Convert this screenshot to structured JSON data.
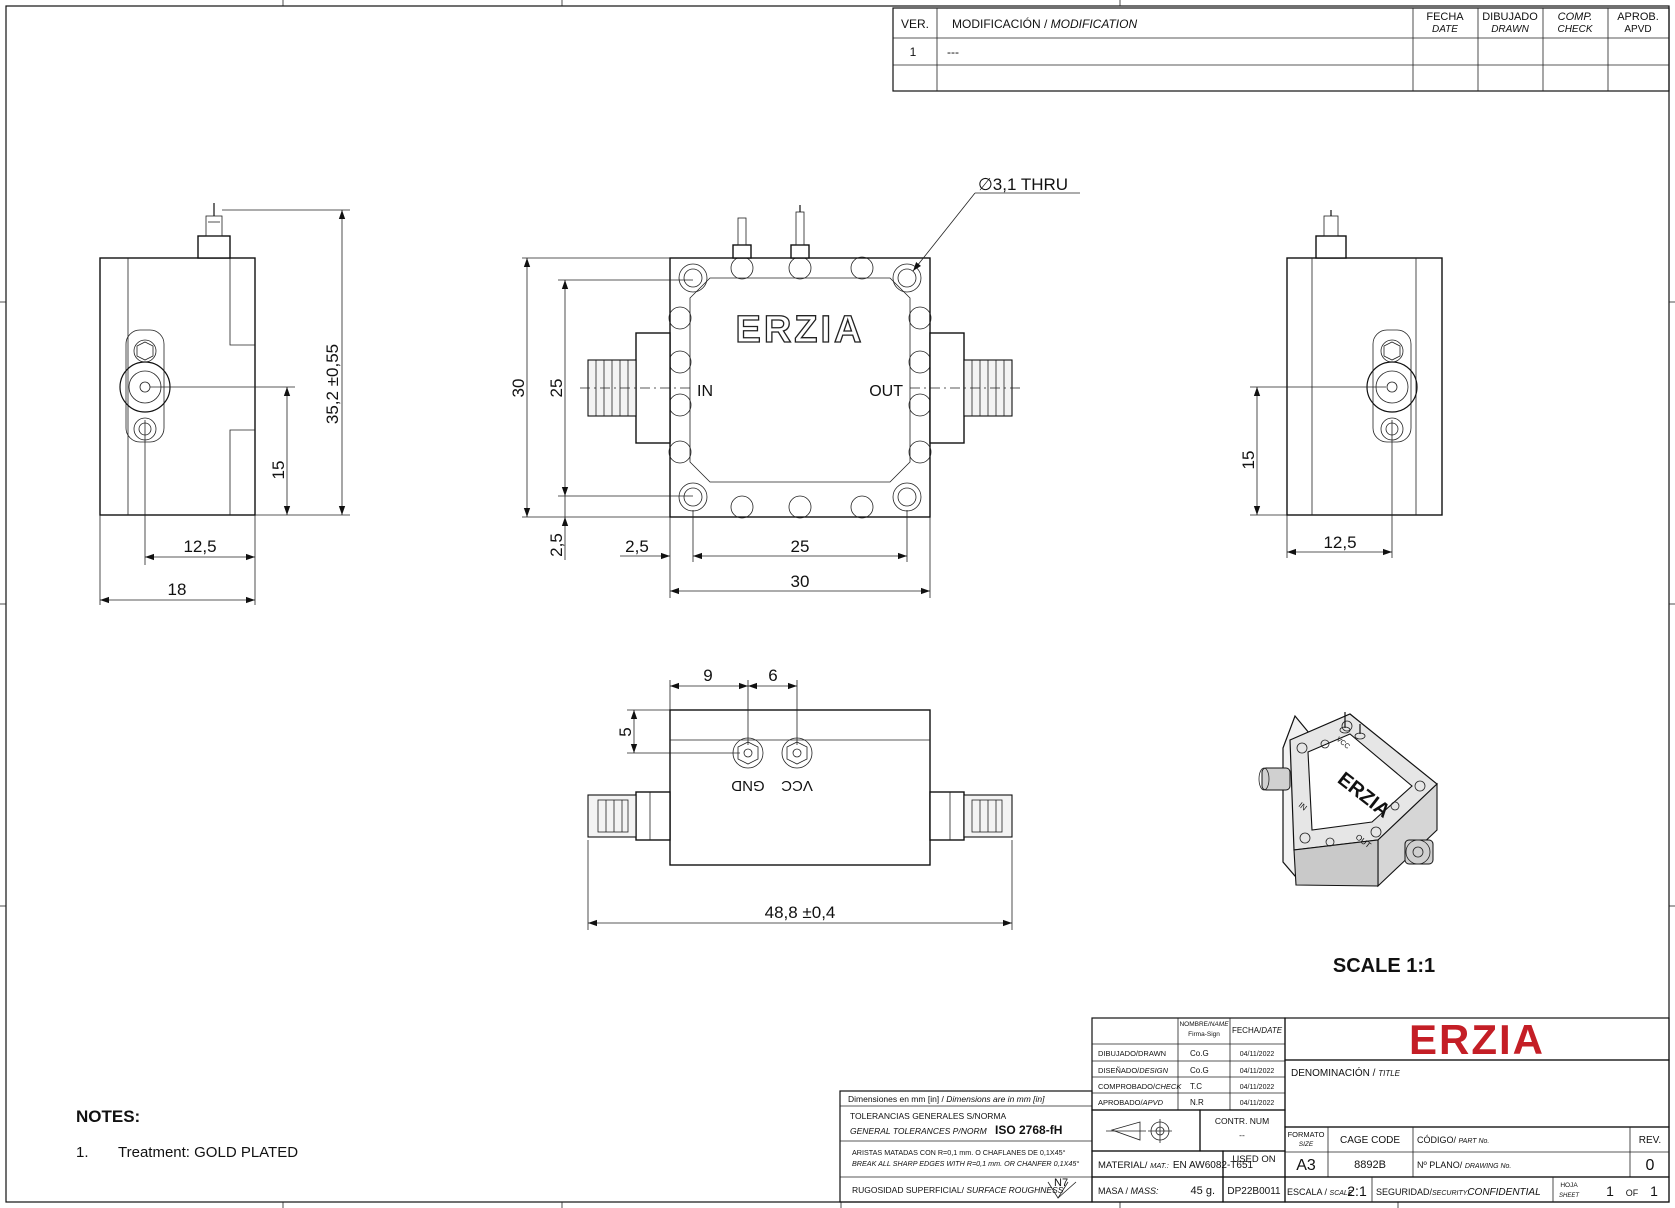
{
  "revision_table": {
    "headers": {
      "ver": "VER.",
      "mod_es": "MODIFICACIÓN / ",
      "mod_en": "MODIFICATION",
      "date_es": "FECHA",
      "date_en": "DATE",
      "drawn_es": "DIBUJADO",
      "drawn_en": "DRAWN",
      "check_es": "COMP.",
      "check_en": "CHECK",
      "apvd_es": "APROB.",
      "apvd_en": "APVD"
    },
    "rows": [
      {
        "ver": "1",
        "mod": "---"
      }
    ]
  },
  "dimensions": {
    "left_height": "35,2 ±0,55",
    "left_15": "15",
    "left_125": "12,5",
    "left_18": "18",
    "front_30h": "30",
    "front_25h": "25",
    "front_25bottom": "2,5",
    "front_25left": "2,5",
    "front_25w": "25",
    "front_30w": "30",
    "hole_callout": "∅3,1 THRU",
    "right_15": "15",
    "right_125": "12,5",
    "bottom_9": "9",
    "bottom_6": "6",
    "bottom_5": "5",
    "bottom_length": "48,8 ±0,4"
  },
  "labels": {
    "brand_on_part": "ERZIA",
    "port_in": "IN",
    "port_out": "OUT",
    "gnd": "GND",
    "vcc": "VCC",
    "iso_in": "IN",
    "iso_out": "OUT",
    "scale_note": "SCALE 1:1"
  },
  "notes": {
    "heading": "NOTES:",
    "items": [
      {
        "num": "1.",
        "text": "Treatment: GOLD PLATED"
      }
    ]
  },
  "title_block": {
    "logo": "ERZIA",
    "sign_header": {
      "name_es": "NOMBRE/",
      "name_en": "NAME",
      "firma": "Firma-Sign",
      "fecha_es": "FECHA/",
      "fecha_en": "DATE"
    },
    "sign_rows": [
      {
        "role_es": "DIBUJADO/",
        "role_en": "DRAWN",
        "name": "Co.G",
        "date": "04/11/2022"
      },
      {
        "role_es": "DISEÑADO/",
        "role_en": "DESIGN",
        "name": "Co.G",
        "date": "04/11/2022"
      },
      {
        "role_es": "COMPROBADO/",
        "role_en": "CHECK",
        "name": "T.C",
        "date": "04/11/2022"
      },
      {
        "role_es": "APROBADO/",
        "role_en": "APVD",
        "name": "N.R",
        "date": "04/11/2022"
      }
    ],
    "dims_note_es": "Dimensiones en mm [in] / ",
    "dims_note_en": "Dimensions are in mm [in]",
    "tol_es": "TOLERANCIAS GENERALES S/NORMA",
    "tol_en": "GENERAL TOLERANCES P/NORM",
    "tol_std": "ISO 2768-fH",
    "edges_es": "ARISTAS MATADAS CON R=0,1 mm. O CHAFLANES DE 0,1X45°",
    "edges_en": "BREAK ALL SHARP EDGES WITH R=0,1 mm. OR CHANFER 0,1X45°",
    "rough_es": "RUGOSIDAD SUPERFICIAL/ ",
    "rough_en": "SURFACE ROUGHNESS",
    "rough_value": "N7",
    "contr_label": "CONTR. NUM",
    "contr_value": "--",
    "material_label_es": "MATERIAL/ ",
    "material_label_en": "MAT.:",
    "material_value": "EN AW6082-T651",
    "used_on_label": "USED ON",
    "used_on_value": "",
    "mass_label_es": "MASA / ",
    "mass_label_en": "MASS:",
    "mass_value": "45 g.",
    "part_ref": "DP22B0011",
    "title_label_es": "DENOMINACIÓN / ",
    "title_label_en": "TITLE",
    "format_label_es": "FORMATO",
    "format_label_en": "SIZE",
    "format_value": "A3",
    "cage_label": "CAGE CODE",
    "cage_value": "8892B",
    "code_label_es": "CÓDIGO/ ",
    "code_label_en": "PART No.",
    "drawing_no_label_es": "Nº PLANO/ ",
    "drawing_no_label_en": "DRAWING No.",
    "rev_label": "REV.",
    "rev_value": "0",
    "scale_label_es": "ESCALA / ",
    "scale_label_en": "SCALE",
    "scale_value": "2:1",
    "security_label_es": "SEGURIDAD/",
    "security_label_en": "SECURITY:",
    "security_value": "CONFIDENTIAL",
    "sheet_label_es": "HOJA",
    "sheet_label_en": "SHEET",
    "sheet_value": "1",
    "of_label": "OF",
    "sheet_total": "1"
  }
}
